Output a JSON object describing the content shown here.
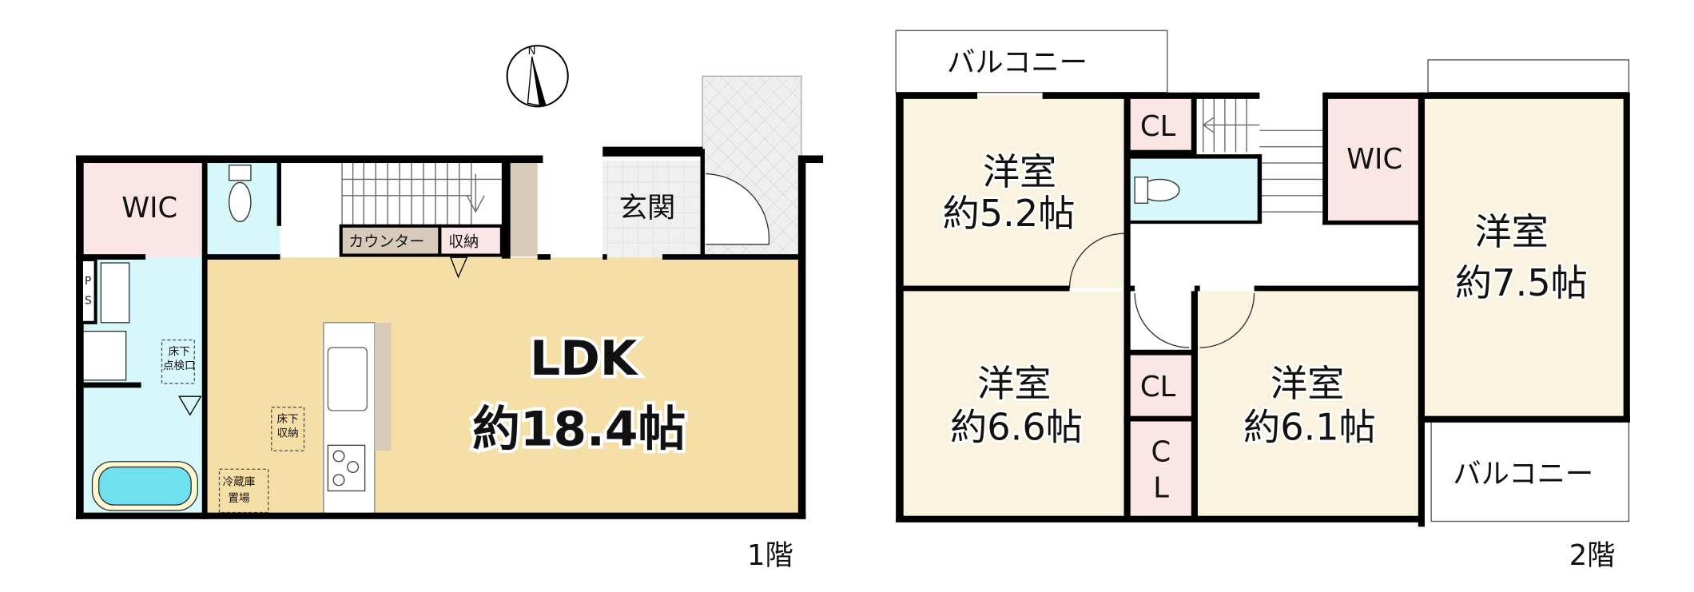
{
  "colors": {
    "ldk": "#f6dfa6",
    "western_room": "#faf3df",
    "wic": "#fbe6e6",
    "water": "#d6f8fb",
    "storage": "#d8cab9",
    "tile": "#eeeeee"
  },
  "floor1": {
    "label": "1階",
    "compass": "N",
    "rooms": {
      "wic": "WIC",
      "entrance": "玄関",
      "counter": "カウンター",
      "storage": "収納",
      "ldk_name": "LDK",
      "ldk_size": "約18.4帖",
      "underfloor_inspection": [
        "床下",
        "点検口"
      ],
      "underfloor_storage": [
        "床下",
        "収納"
      ],
      "fridge": [
        "冷蔵庫",
        "置場"
      ],
      "ps": [
        "P",
        "S"
      ]
    }
  },
  "floor2": {
    "label": "2階",
    "balcony_top": "バルコニー",
    "balcony_right": "バルコニー",
    "rooms": {
      "r1_name": "洋室",
      "r1_size": "約5.2帖",
      "r2_name": "洋室",
      "r2_size": "約7.5帖",
      "r3_name": "洋室",
      "r3_size": "約6.6帖",
      "r4_name": "洋室",
      "r4_size": "約6.1帖",
      "wic": "WIC",
      "cl1": "CL",
      "cl2": "CL",
      "cl3_top": "C",
      "cl3_bottom": "L"
    }
  }
}
